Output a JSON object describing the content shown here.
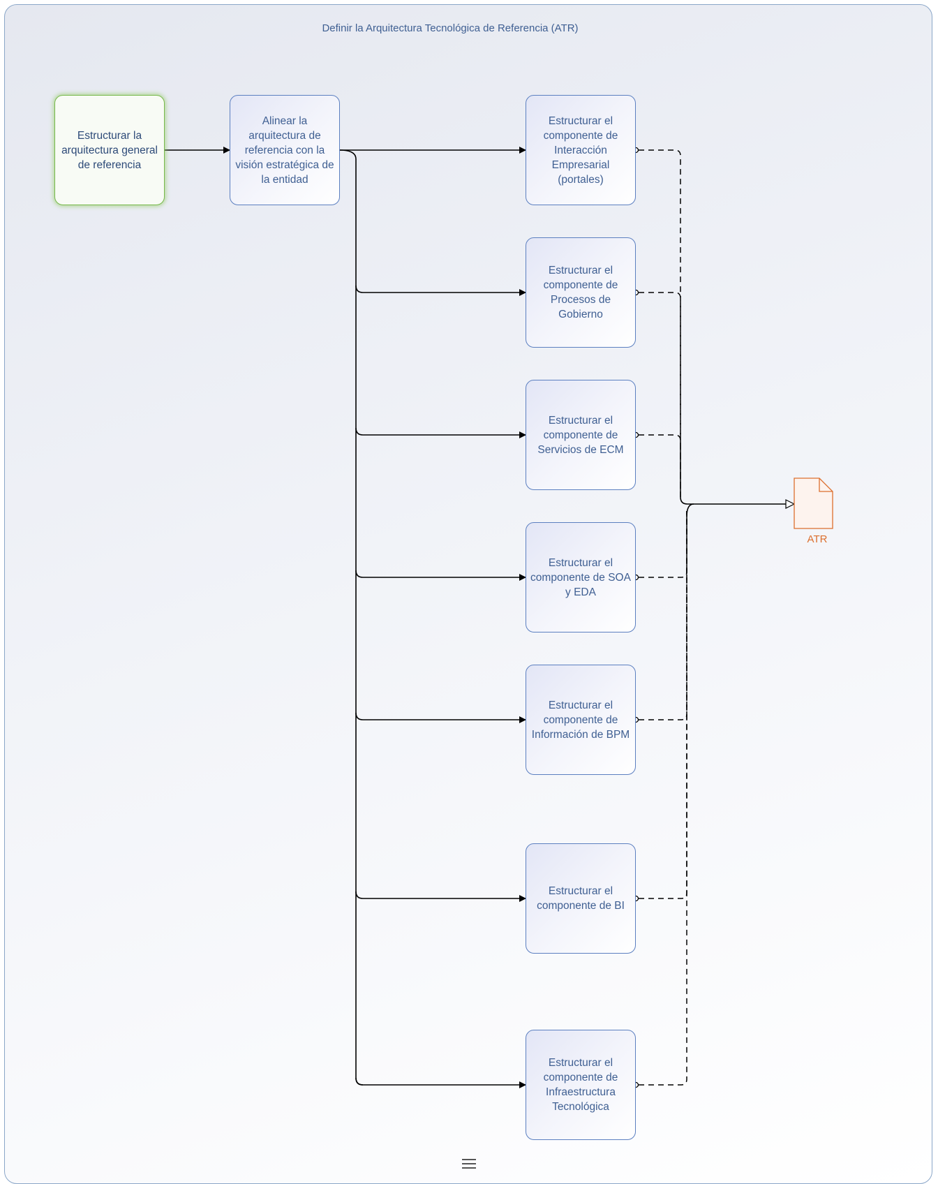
{
  "diagram": {
    "title": "Definir la Arquitectura Tecnológica de Referencia (ATR)",
    "start_task": "Estructurar la\narquitectura general\nde referencia",
    "align_task": "Alinear la\narquitectura  de\nreferencia con la\nvisión estratégica de\nla entidad",
    "components": [
      "Estructurar el\ncomponente de\nInteracción\nEmpresarial\n(portales)",
      "Estructurar el\ncomponente de\nProcesos de\nGobierno",
      "Estructurar el\ncomponente de\nServicios  de ECM",
      "Estructurar el\ncomponente de SOA\ny EDA",
      "Estructurar el\ncomponente de\nInformación de BPM",
      "Estructurar el\ncomponente de BI",
      "Estructurar el\ncomponente de\nInfraestructura\nTecnológica"
    ],
    "artifact": "ATR"
  },
  "colors": {
    "task_border": "#5b7fc0",
    "task_text": "#3f5f92",
    "start_border": "#76b84a",
    "artifact": "#dc6f2e",
    "pool_border": "#8aa6c8"
  },
  "icons": {
    "menu": "hamburger-menu-icon",
    "artifact": "document-icon"
  }
}
